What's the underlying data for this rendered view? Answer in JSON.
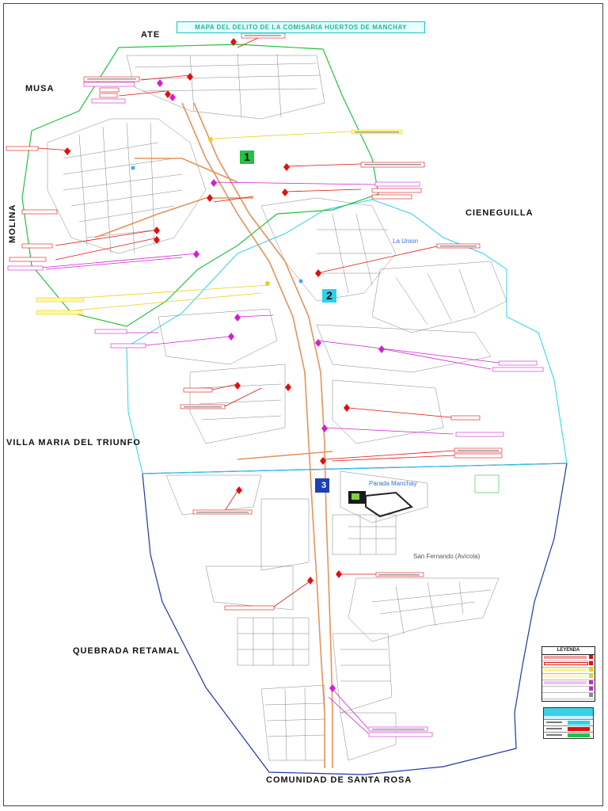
{
  "map": {
    "title": "MAPA DEL DELITO DE LA COMISARIA HUERTOS DE MANCHAY",
    "regions": {
      "ate": "ATE",
      "musa": "MUSA",
      "molina": "MOLINA",
      "cieneguilla": "CIENEGUILLA",
      "villa_maria": "VILLA MARIA DEL TRIUNFO",
      "quebrada_retamal": "QUEBRADA RETAMAL",
      "santa_rosa": "COMUNIDAD DE SANTA ROSA"
    },
    "places": {
      "la_union": "La Union",
      "parada_manchay": "Parada Manchay",
      "san_fernando": "San Fernando (Avícola)"
    },
    "sectors": [
      "1",
      "2",
      "3"
    ],
    "legend": {
      "title": "LEYENDA"
    },
    "colors": {
      "sector1": "#26c043",
      "sector2": "#2ad2ea",
      "sector3": "#1f3fb8",
      "sector3_boundary": "#2233aa",
      "roads": "#e5935a",
      "robbery_label": "#e01010",
      "theft_label": "#d020d0",
      "drugs_label": "#ffe800"
    }
  }
}
